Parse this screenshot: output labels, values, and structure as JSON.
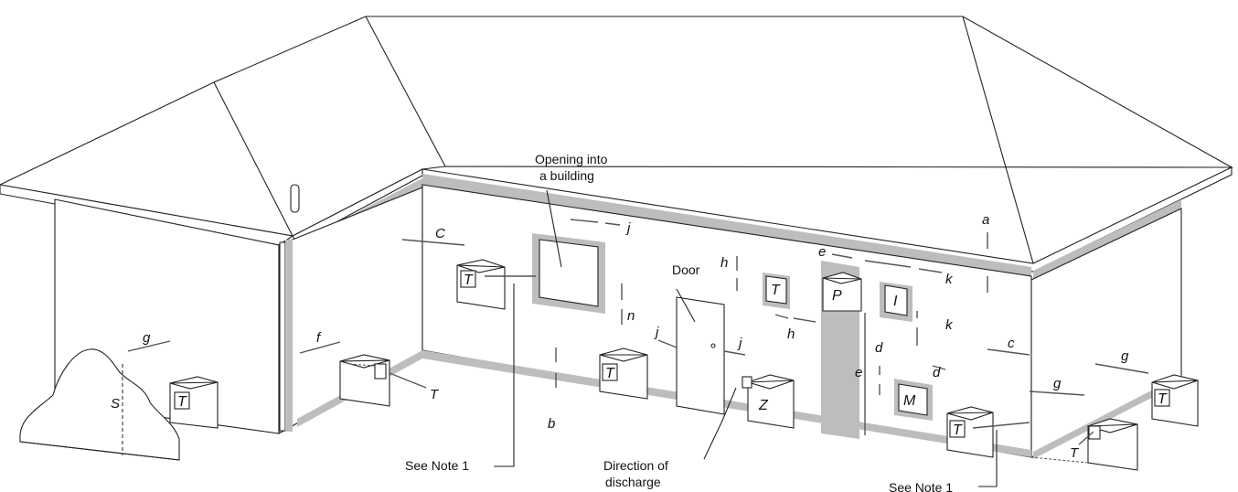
{
  "labels": {
    "opening": [
      "Opening into",
      "a building"
    ],
    "door": "Door",
    "see_note_left": "See Note 1",
    "see_note_right": "See Note 1",
    "discharge": [
      "Direction of",
      "discharge"
    ],
    "a": "a",
    "b": "b",
    "c": "c",
    "C": "C",
    "d1": "d",
    "d2": "d",
    "e1": "e",
    "e2": "e",
    "f": "f",
    "g1": "g",
    "g2": "g",
    "g3": "g",
    "h1": "h",
    "h2": "h",
    "j1": "j",
    "j2": "j",
    "j3": "j",
    "k1": "k",
    "k2": "k",
    "n": "n",
    "S": "S",
    "T_side1": "T",
    "T_side2": "T"
  },
  "boxes": {
    "T": "T",
    "P": "P",
    "I": "I",
    "M": "M",
    "Z": "Z"
  }
}
